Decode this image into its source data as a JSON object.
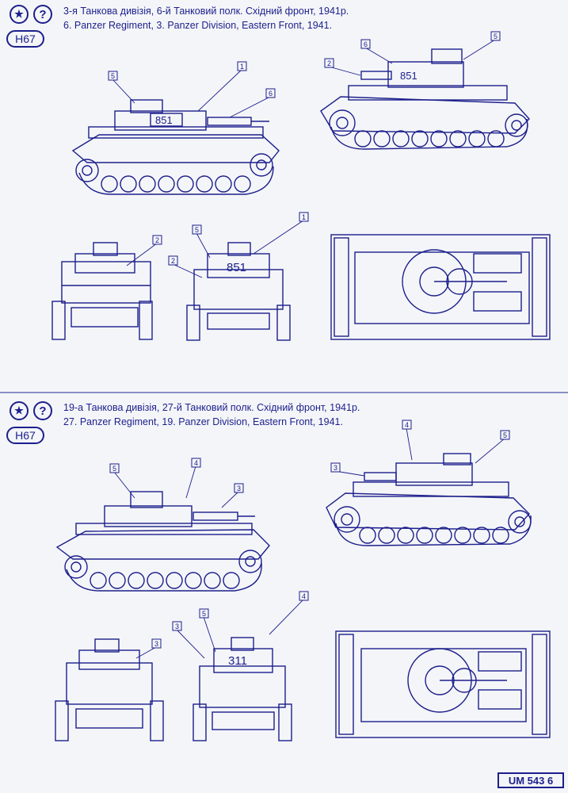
{
  "sections": [
    {
      "code": "H67",
      "title_ua": "3-я Танкова дивізія, 6-й Танковий полк. Східний фронт, 1941р.",
      "title_en": "6. Panzer Regiment, 3. Panzer Division, Eastern Front,  1941.",
      "turret_number": "851",
      "callouts": [
        "1",
        "2",
        "5",
        "6",
        "1",
        "5",
        "2",
        "2",
        "5",
        "6"
      ]
    },
    {
      "code": "H67",
      "title_ua": "19-а Танкова дивізія, 27-й Танковий полк. Східний фронт, 1941р.",
      "title_en": "27. Panzer Regiment, 19. Panzer Division, Eastern Front,  1941.",
      "turret_number": "311",
      "callouts": [
        "5",
        "4",
        "3",
        "3",
        "4",
        "5",
        "3",
        "3",
        "5",
        "4"
      ]
    }
  ],
  "icons": {
    "star": "star-icon",
    "question": "question-icon"
  },
  "footer": "UM 543 6",
  "colors": {
    "ink": "#1c1f8c",
    "paper": "#f4f5f8"
  }
}
